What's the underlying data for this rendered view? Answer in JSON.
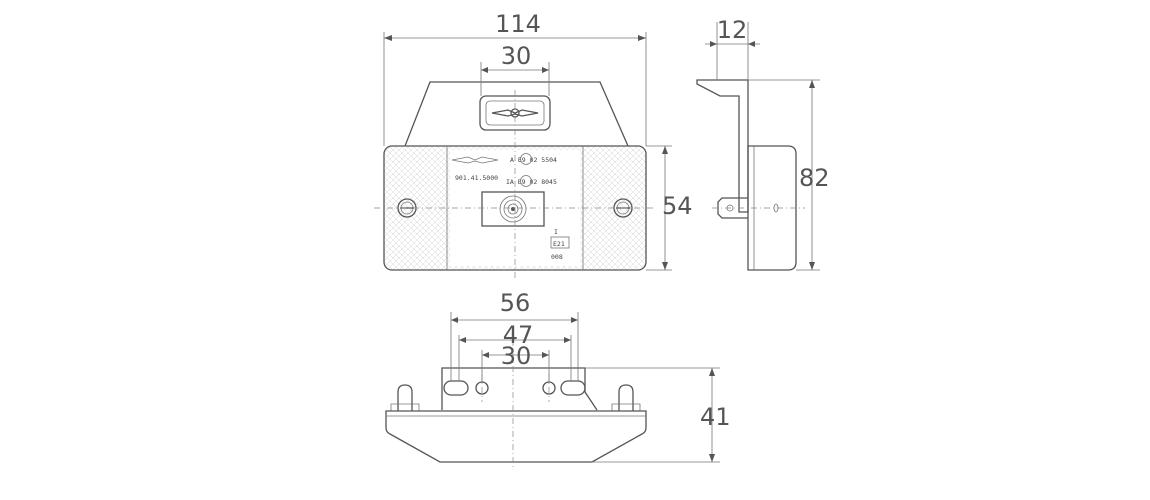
{
  "drawing": {
    "dimensions": {
      "front_width": "114",
      "front_window_width": "30",
      "front_height": "54",
      "side_depth": "12",
      "side_height": "82",
      "bottom_width": "56",
      "bottom_holes_outer": "47",
      "bottom_holes_inner": "30",
      "bottom_height": "41"
    },
    "markings": {
      "approval_1": "A E9 02 5504",
      "approval_2": "IA E9 02 8045",
      "part_number": "901.41.5000",
      "class_mark": "I",
      "approval_3": "E21",
      "approval_4": "008"
    }
  },
  "colors": {
    "line": "#555555",
    "background": "#ffffff"
  }
}
